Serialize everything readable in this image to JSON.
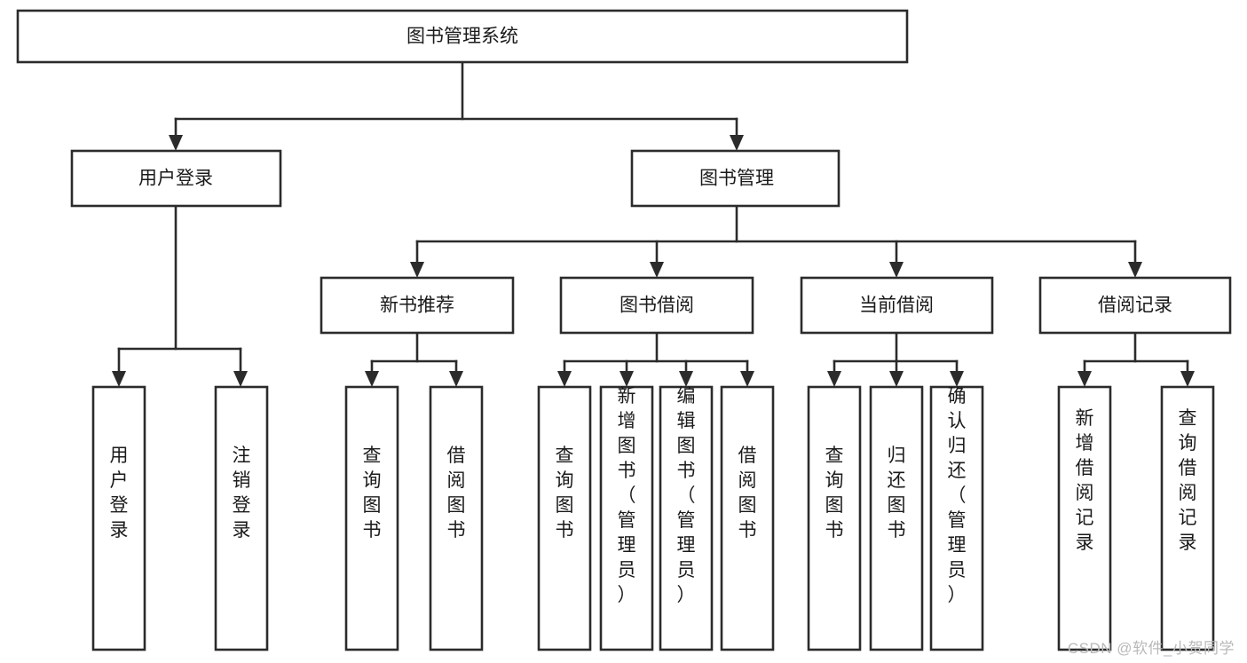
{
  "diagram": {
    "type": "tree-hierarchy",
    "title": "图书管理系统",
    "orientation": "top-down",
    "colors": {
      "box_stroke": "#2b2b2b",
      "box_fill": "#ffffff",
      "text": "#1a1a1a",
      "background": "#ffffff",
      "watermark": "#b9b9b9"
    },
    "root": {
      "label": "图书管理系统"
    },
    "level1": [
      {
        "label": "用户登录"
      },
      {
        "label": "图书管理"
      }
    ],
    "level2": [
      {
        "label": "新书推荐"
      },
      {
        "label": "图书借阅"
      },
      {
        "label": "当前借阅"
      },
      {
        "label": "借阅记录"
      }
    ],
    "leaves": {
      "user_login": [
        {
          "label": "用户登录"
        },
        {
          "label": "注销登录"
        }
      ],
      "new_book_recommend": [
        {
          "label": "查询图书"
        },
        {
          "label": "借阅图书"
        }
      ],
      "book_borrow": [
        {
          "label": "查询图书"
        },
        {
          "label": "新增图书（管理员）"
        },
        {
          "label": "编辑图书（管理员）"
        },
        {
          "label": "借阅图书"
        }
      ],
      "current_borrow": [
        {
          "label": "查询图书"
        },
        {
          "label": "归还图书"
        },
        {
          "label": "确认归还（管理员）"
        }
      ],
      "borrow_record": [
        {
          "label": "新增借阅记录"
        },
        {
          "label": "查询借阅记录"
        }
      ]
    }
  },
  "watermark": {
    "text": "CSDN @软件_小贺同学"
  }
}
